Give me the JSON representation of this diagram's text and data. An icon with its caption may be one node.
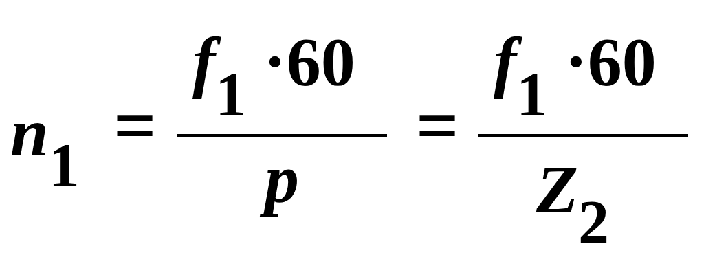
{
  "diagram": {
    "labels": [
      "*n*$_{1}$",
      "=",
      "*f*$_{1}$ ·60",
      "*p*",
      "=",
      "*f*$_{1}$ ·60",
      "*Z*$_{2}$"
    ]
  }
}
